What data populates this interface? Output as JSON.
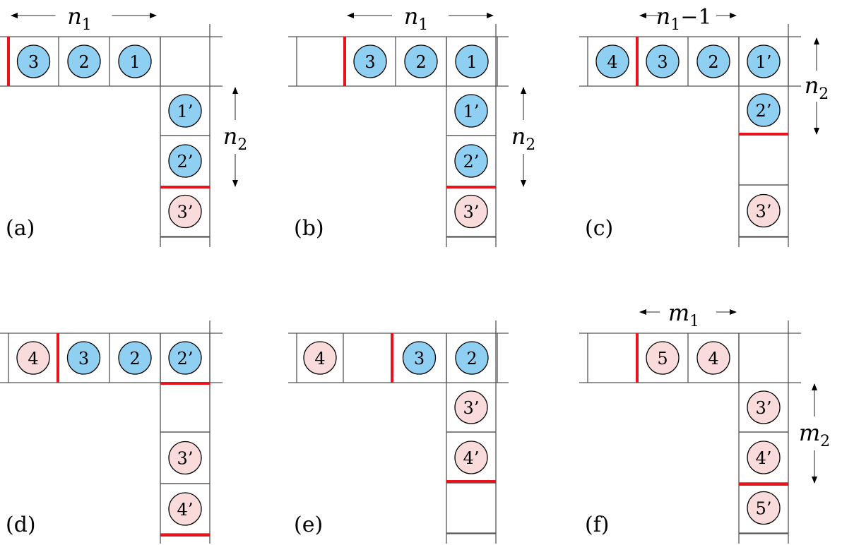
{
  "colors": {
    "blue": "#8ecff2",
    "pink": "#fadbdb",
    "barrier": "#e8141c",
    "line": "#555555"
  },
  "panels": [
    {
      "label": "(a)",
      "top_label": {
        "main": "n",
        "sub": "1"
      },
      "side_label": {
        "main": "n",
        "sub": "2"
      },
      "horizontal_balls": [
        {
          "text": "3",
          "color": "blue"
        },
        {
          "text": "2",
          "color": "blue"
        },
        {
          "text": "1",
          "color": "blue"
        }
      ],
      "vertical_balls": [
        {
          "text": "1’",
          "color": "blue"
        },
        {
          "text": "2’",
          "color": "blue"
        },
        {
          "text": "3’",
          "color": "pink"
        }
      ]
    },
    {
      "label": "(b)",
      "top_label": {
        "main": "n",
        "sub": "1"
      },
      "side_label": {
        "main": "n",
        "sub": "2"
      },
      "horizontal_balls": [
        {
          "text": "3",
          "color": "blue"
        },
        {
          "text": "2",
          "color": "blue"
        },
        {
          "text": "1",
          "color": "blue"
        }
      ],
      "vertical_balls": [
        {
          "text": "1’",
          "color": "blue"
        },
        {
          "text": "2’",
          "color": "blue"
        },
        {
          "text": "3’",
          "color": "pink"
        }
      ]
    },
    {
      "label": "(c)",
      "top_label": {
        "main": "n",
        "sub": "1",
        "suffix": "−1"
      },
      "side_label": {
        "main": "n",
        "sub": "2"
      },
      "horizontal_balls": [
        {
          "text": "4",
          "color": "blue"
        },
        {
          "text": "3",
          "color": "blue"
        },
        {
          "text": "2",
          "color": "blue"
        },
        {
          "text": "1’",
          "color": "blue"
        }
      ],
      "vertical_balls": [
        {
          "text": "2’",
          "color": "blue"
        },
        {
          "text": "3’",
          "color": "pink"
        }
      ]
    },
    {
      "label": "(d)",
      "horizontal_balls": [
        {
          "text": "4",
          "color": "pink"
        },
        {
          "text": "3",
          "color": "blue"
        },
        {
          "text": "2",
          "color": "blue"
        },
        {
          "text": "2’",
          "color": "blue"
        }
      ],
      "vertical_balls": [
        {
          "text": "3’",
          "color": "pink"
        },
        {
          "text": "4’",
          "color": "pink"
        }
      ]
    },
    {
      "label": "(e)",
      "horizontal_balls": [
        {
          "text": "4",
          "color": "pink"
        },
        {
          "text": "3",
          "color": "blue"
        },
        {
          "text": "2",
          "color": "blue"
        }
      ],
      "vertical_balls": [
        {
          "text": "3’",
          "color": "pink"
        },
        {
          "text": "4’",
          "color": "pink"
        }
      ]
    },
    {
      "label": "(f)",
      "top_label": {
        "main": "m",
        "sub": "1"
      },
      "side_label": {
        "main": "m",
        "sub": "2"
      },
      "horizontal_balls": [
        {
          "text": "5",
          "color": "pink"
        },
        {
          "text": "4",
          "color": "pink"
        }
      ],
      "vertical_balls": [
        {
          "text": "3’",
          "color": "pink"
        },
        {
          "text": "4’",
          "color": "pink"
        },
        {
          "text": "5’",
          "color": "pink"
        }
      ]
    }
  ]
}
